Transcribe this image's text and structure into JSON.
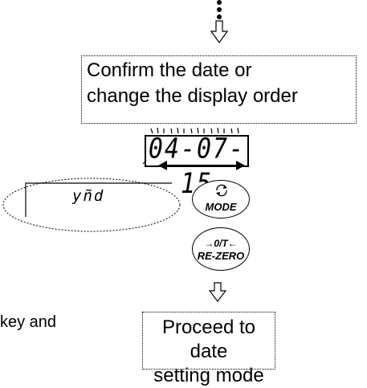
{
  "top_box": {
    "line1": "Confirm the date or",
    "line2": "change the display order"
  },
  "lcd_display": {
    "value": "04-07- 15"
  },
  "inset_display": {
    "value": "yñd"
  },
  "keys": {
    "mode": {
      "label": "MODE"
    },
    "rezero": {
      "symbol": "→0/T←",
      "label": "RE-ZERO"
    }
  },
  "side_text": "key and",
  "bottom_box": {
    "line1": "Proceed to date",
    "line2": "setting mode"
  },
  "icons": {
    "arrow": "down-arrow-icon",
    "cycle": "cycle-icon"
  }
}
